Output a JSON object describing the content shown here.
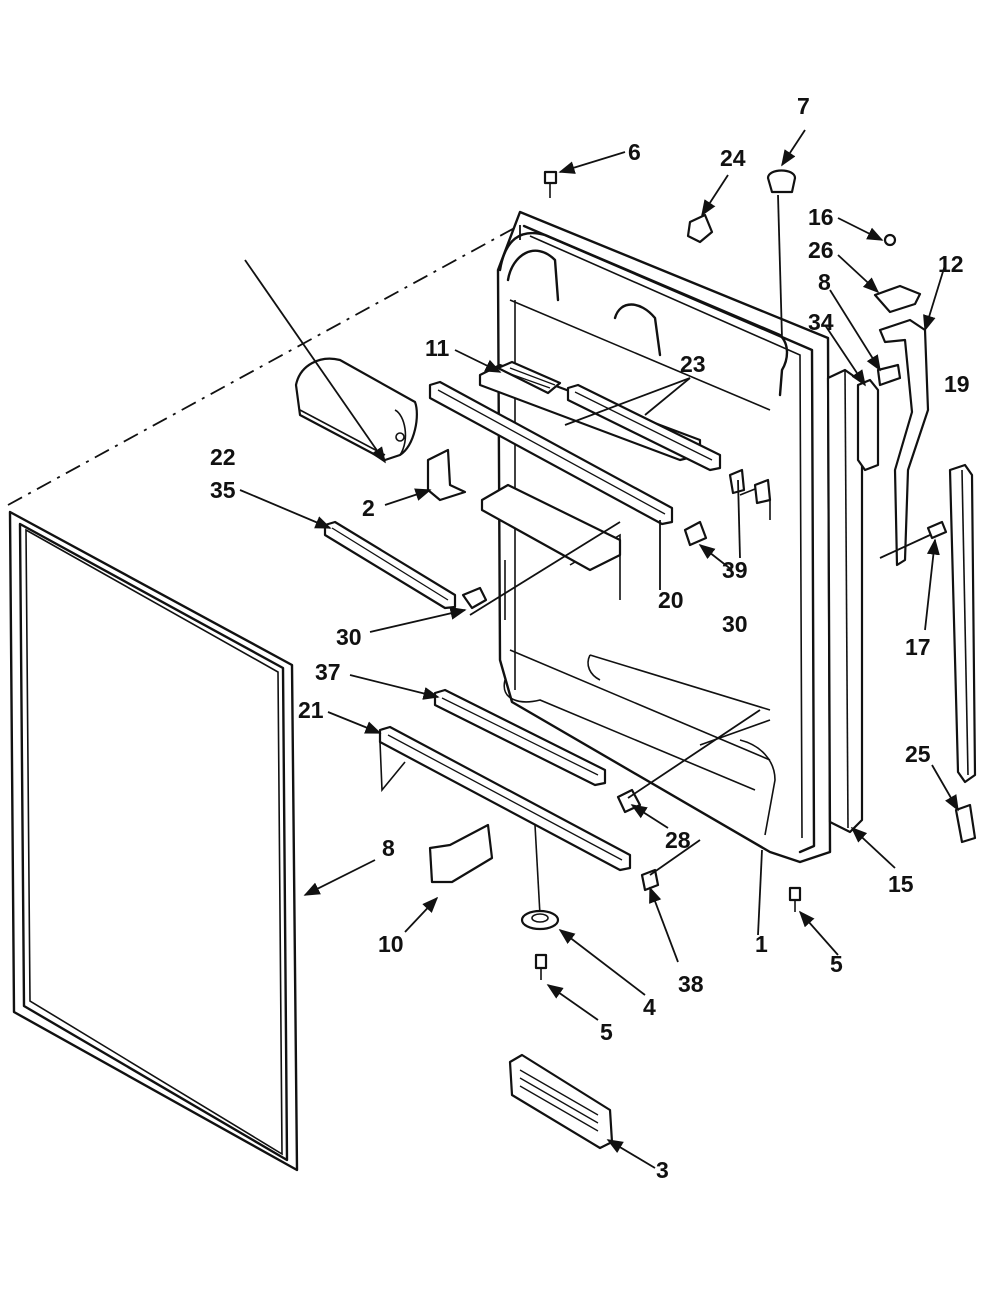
{
  "callouts": {
    "c1": "1",
    "c2": "2",
    "c3": "3",
    "c4": "4",
    "c5a": "5",
    "c5b": "5",
    "c6": "6",
    "c7": "7",
    "c8a": "8",
    "c8b": "8",
    "c10": "10",
    "c11": "11",
    "c12": "12",
    "c15": "15",
    "c16": "16",
    "c17": "17",
    "c19": "19",
    "c20": "20",
    "c21": "21",
    "c22": "22",
    "c23": "23",
    "c24": "24",
    "c25": "25",
    "c26": "26",
    "c28": "28",
    "c30a": "30",
    "c30b": "30",
    "c34": "34",
    "c35": "35",
    "c37": "37",
    "c38": "38",
    "c39": "39"
  }
}
